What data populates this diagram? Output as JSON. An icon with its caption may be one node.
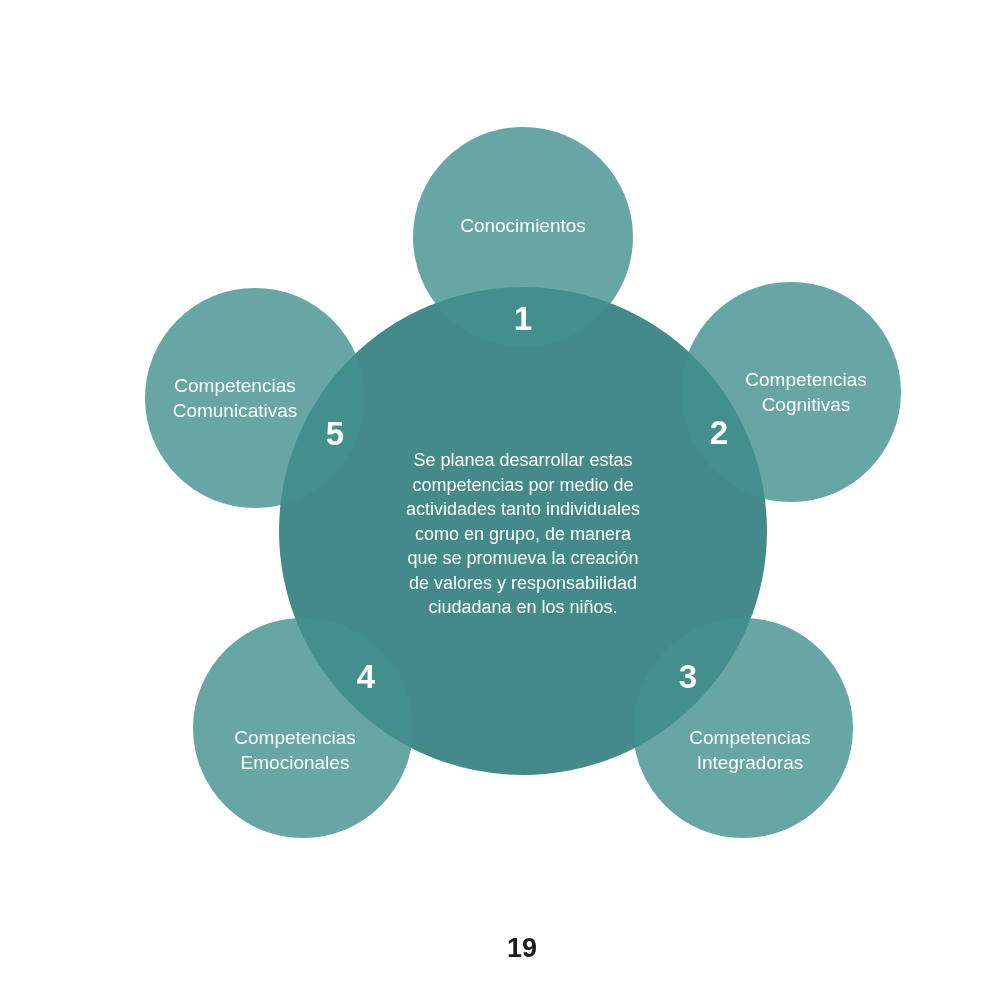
{
  "diagram": {
    "nodes": [
      {
        "text": [
          "Conocimientos",
          "1"
        ]
      },
      {
        "text": [
          "Competencias Cognitivas",
          "2"
        ]
      },
      {
        "text": [
          "3",
          "Competencias Integradoras"
        ]
      },
      {
        "text": [
          "4",
          "Competencias Emocionales"
        ]
      },
      {
        "text": [
          "Competencias Comunicativas",
          "5"
        ]
      },
      {
        "text": [
          "Se planea desarrollar estas competencias por medio de actividades tanto individuales como en grupo, de manera que se promueva la creación de valores y responsabilidad ciudadana en los niños."
        ]
      }
    ],
    "labels": [
      "19"
    ]
  }
}
